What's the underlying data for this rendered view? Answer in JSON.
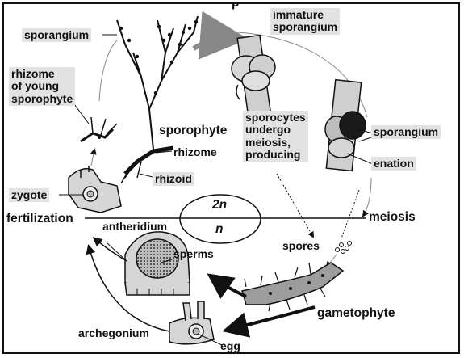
{
  "header": {
    "title_fragment": "p"
  },
  "labels": {
    "sporangium_top": "sporangium",
    "immature_sporangium": "immature\nsporangium",
    "rhizome_young_sporophyte": "rhizome\nof young\nsporophyte",
    "sporophyte": "sporophyte",
    "rhizome": "rhizome",
    "rhizoid": "rhizoid",
    "sporocytes_text": "sporocytes\nundergo\nmeiosis,\nproducing",
    "sporangium_right": "sporangium",
    "enation": "enation",
    "zygote": "zygote",
    "fertilization": "fertilization",
    "ploidy_2n": "2n",
    "ploidy_n": "n",
    "meiosis": "meiosis",
    "antheridium": "antheridium",
    "sperms": "sperms",
    "spores": "spores",
    "gametophyte": "gametophyte",
    "archegonium": "archegonium",
    "egg": "egg"
  },
  "colors": {
    "ink": "#111111",
    "label_bg": "#e2e2e2",
    "tissue": "#d4d4d4",
    "dark_tissue": "#8f8f8f",
    "arrow_grey": "#9a9a9a"
  }
}
